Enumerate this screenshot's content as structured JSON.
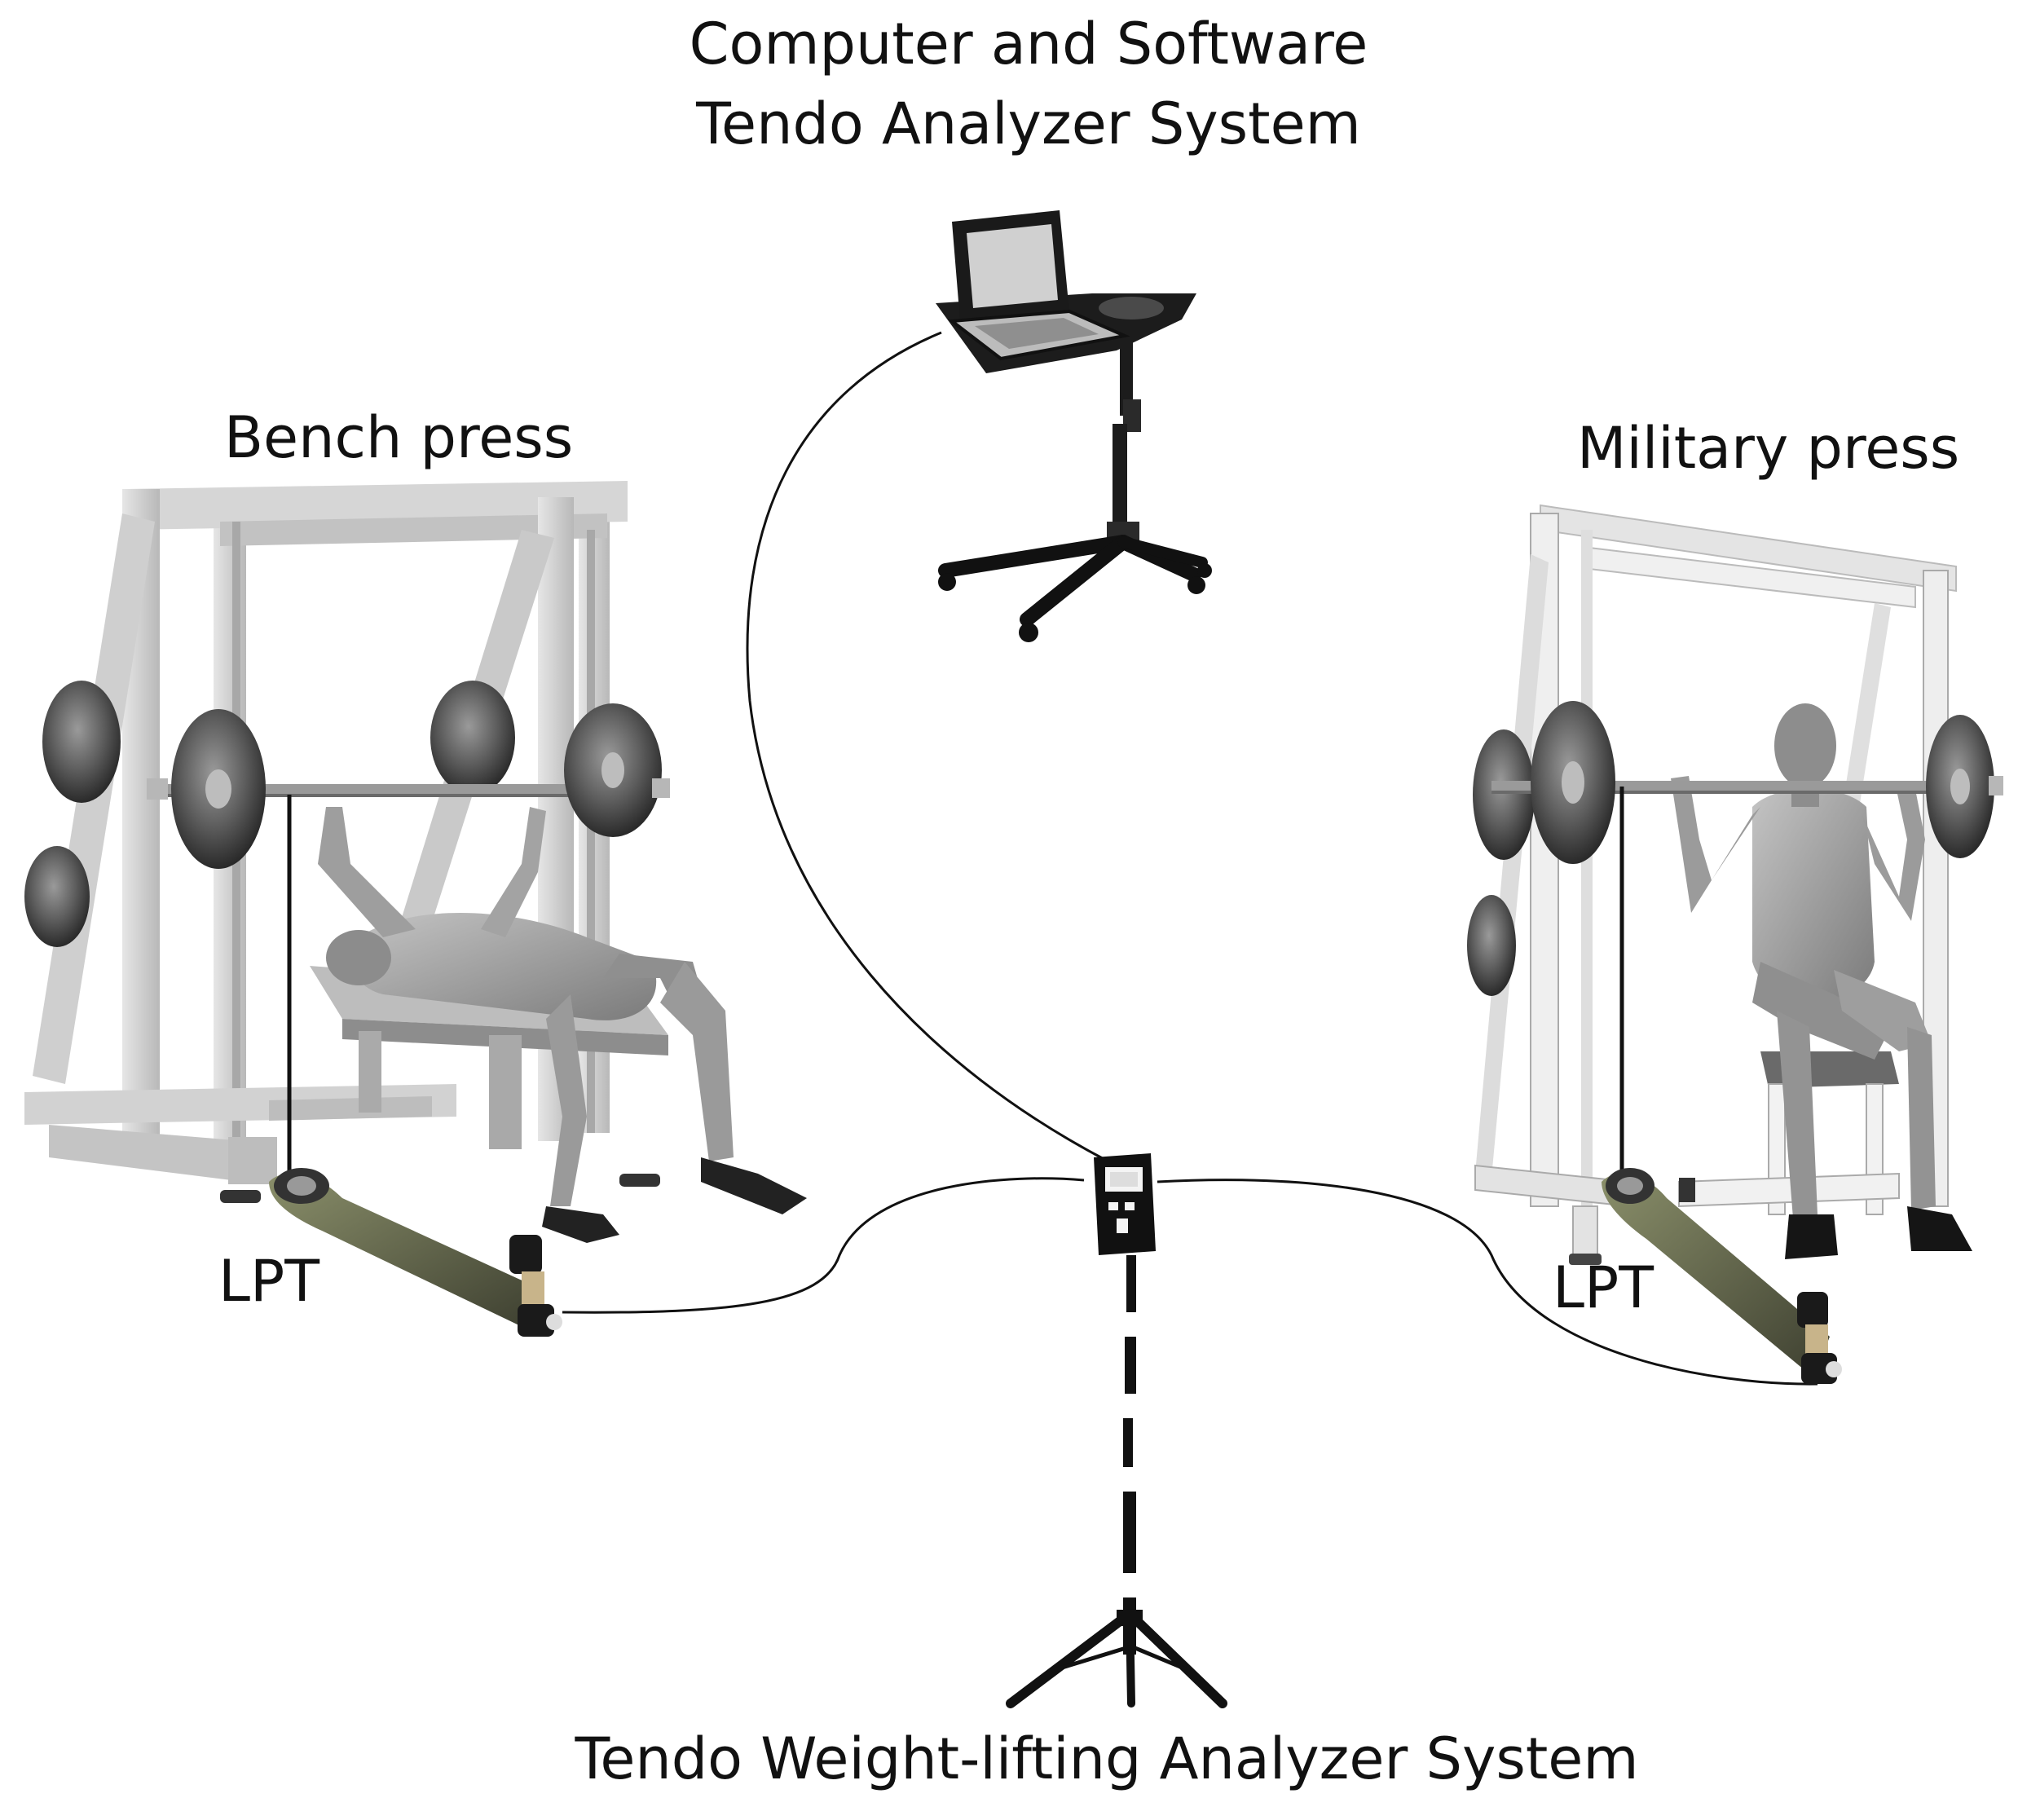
{
  "labels": {
    "computer_line1": "Computer and Software",
    "computer_line2": "Tendo Analyzer System",
    "bench_press": "Bench press",
    "military_press": "Military press",
    "lpt_left": "LPT",
    "lpt_right": "LPT",
    "analyzer_system": "Tendo Weight-lifting Analyzer System"
  },
  "colors": {
    "frame_light": "#d8d8d8",
    "frame_mid": "#b5b5b5",
    "metal_dark": "#3a3a3a",
    "body_gray": "#9a9a9a",
    "ink": "#111111"
  },
  "icons": [
    "laptop-icon",
    "laptop-stand-icon",
    "bench-press-machine-icon",
    "military-press-machine-icon",
    "weight-plate-icon",
    "lpt-sensor-icon",
    "tendo-unit-icon",
    "tripod-icon",
    "athlete-figure-icon"
  ]
}
